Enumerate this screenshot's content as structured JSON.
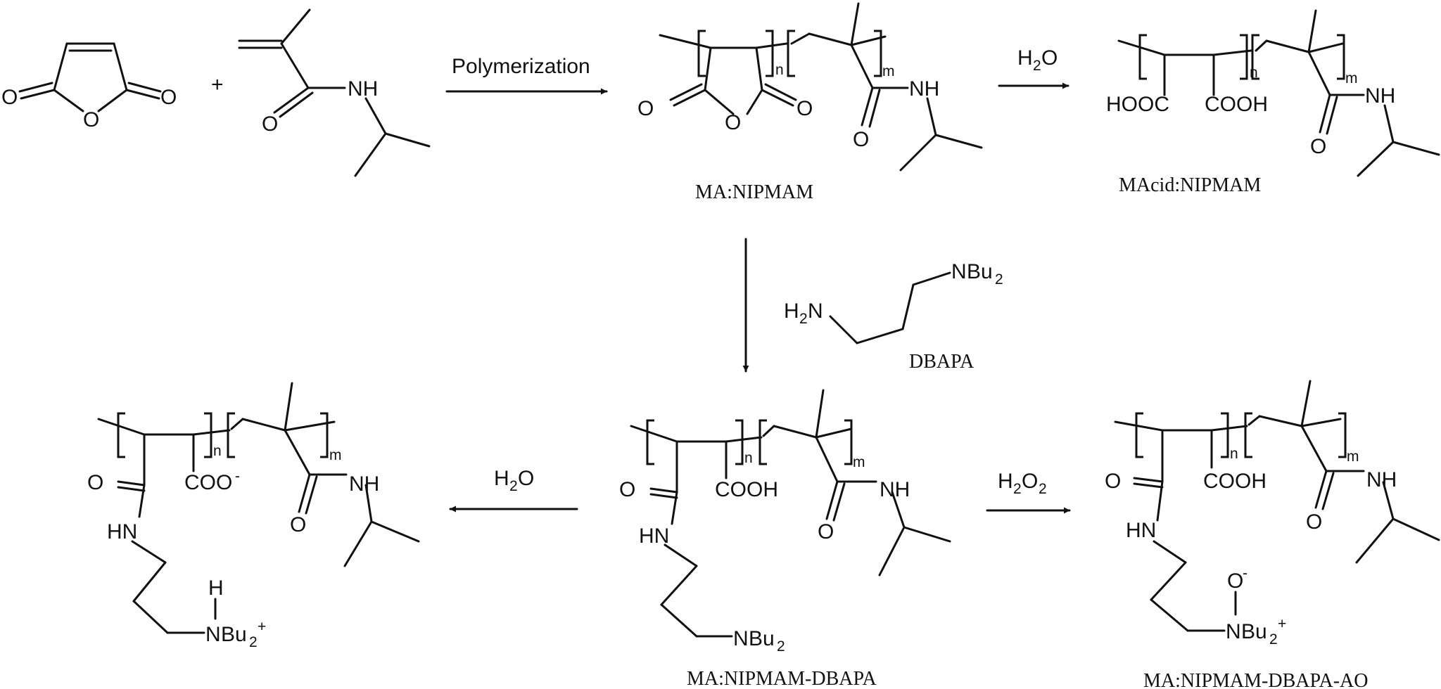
{
  "atoms": {
    "O": "O",
    "NH": "NH",
    "HN": "HN",
    "N": "N",
    "H": "H",
    "H2N_h": "H",
    "H2N_n": "N",
    "Bu": "Bu",
    "HOOC": "HOOC",
    "COOH": "COOH",
    "COO": "COO",
    "minus": "-",
    "plus": "+",
    "two": "2",
    "n": "n",
    "m": "m"
  },
  "reagents": {
    "plus_sign": "+",
    "polymerization": "Polymerization",
    "water": {
      "H": "H",
      "two": "2",
      "O": "O"
    },
    "peroxide": {
      "H": "H",
      "two": "2",
      "O": "O",
      "two_b": "2"
    }
  },
  "labels": {
    "ma_nipmam": "MA:NIPMAM",
    "macid_nipmam": "MAcid:NIPMAM",
    "dbapa": "DBAPA",
    "ma_nipmam_dbapa": "MA:NIPMAM-DBAPA",
    "ma_nipmam_dbapa_ao": "MA:NIPMAM-DBAPA-AO"
  }
}
